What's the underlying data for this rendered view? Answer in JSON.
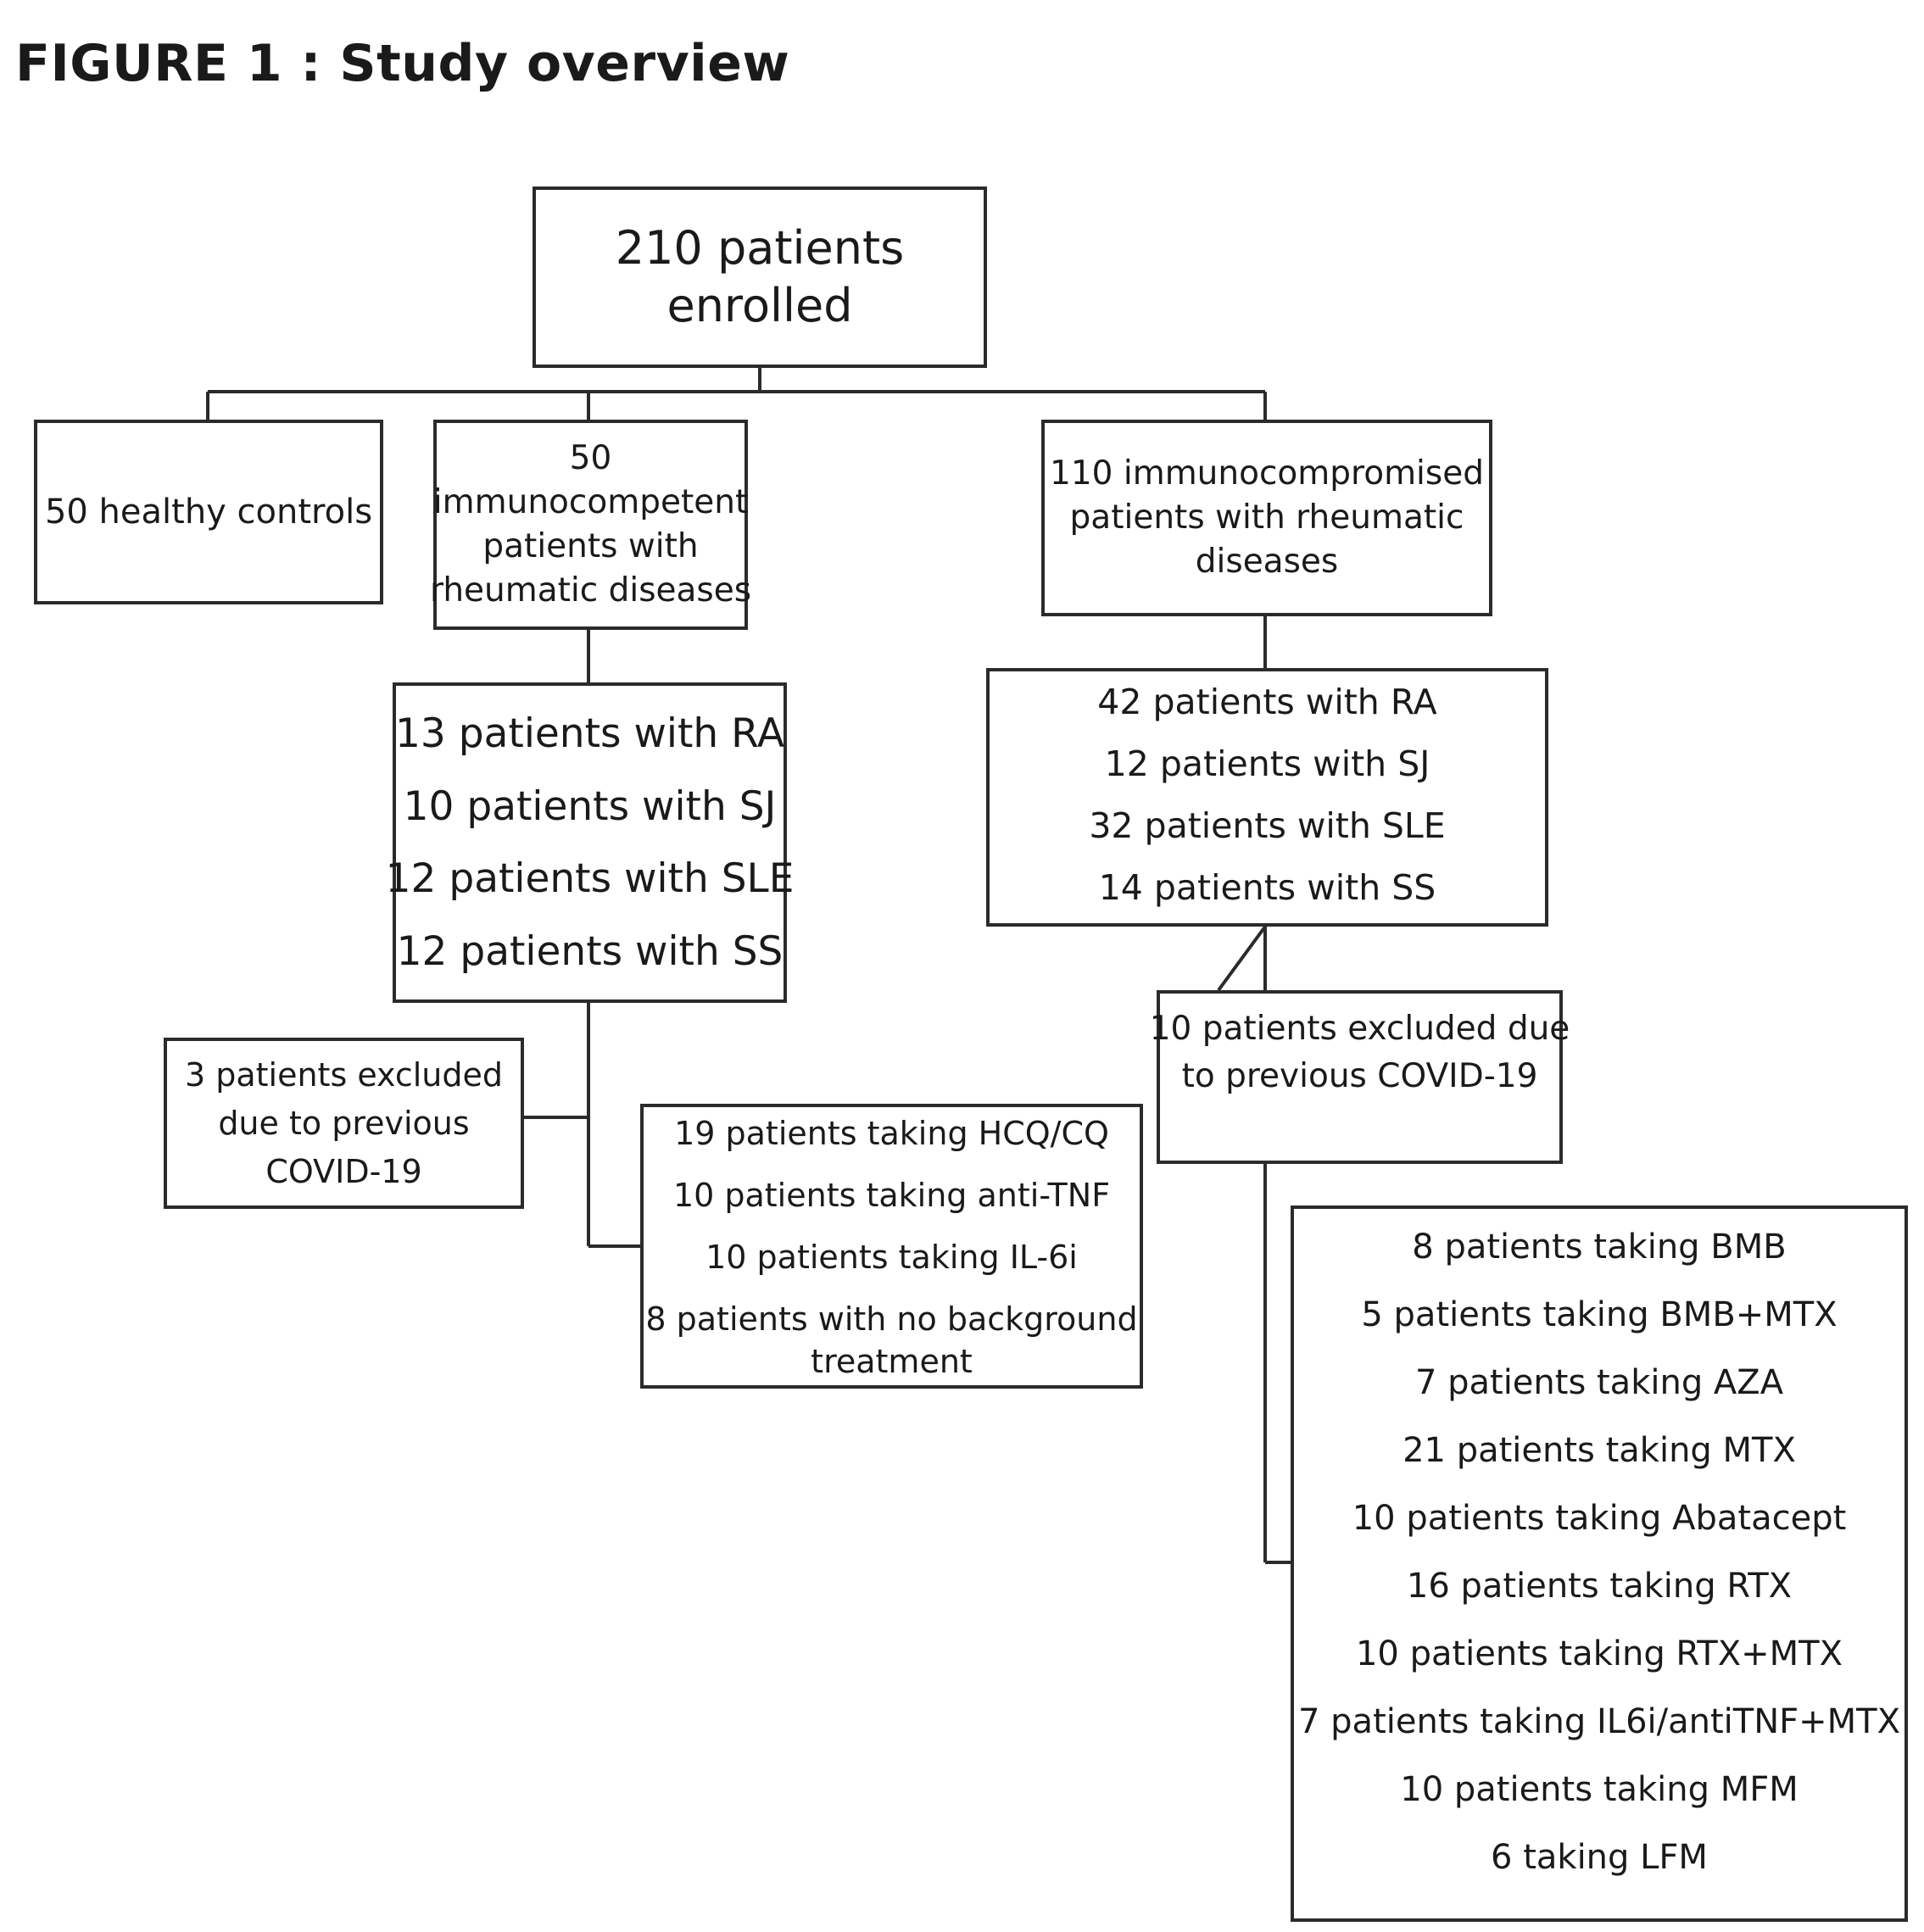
{
  "title": {
    "label": "FIGURE 1",
    "separator": " : ",
    "text": "Study overview"
  },
  "nodes": {
    "enrolled": {
      "lines": [
        "210 patients",
        "enrolled"
      ]
    },
    "healthy": {
      "lines": [
        "50 healthy controls"
      ]
    },
    "immunocompetent": {
      "lines": [
        "50",
        "immunocompetent",
        "patients with",
        "rheumatic diseases"
      ]
    },
    "immunocompromised": {
      "lines": [
        "110 immunocompromised",
        "patients with rheumatic",
        "diseases"
      ]
    },
    "competent_diagnoses": {
      "lines": [
        "13 patients with RA",
        "10 patients with SJ",
        "12 patients with SLE",
        "12 patients with SS"
      ]
    },
    "compromised_diagnoses": {
      "lines": [
        "42 patients with RA",
        "12 patients with SJ",
        "32 patients with SLE",
        "14 patients with SS"
      ]
    },
    "excluded_competent": {
      "lines": [
        "3 patients excluded",
        "due to previous",
        "COVID-19"
      ]
    },
    "excluded_compromised": {
      "lines": [
        "10 patients excluded due",
        "to previous COVID-19"
      ]
    },
    "competent_treatments": {
      "lines": [
        "19 patients taking HCQ/CQ",
        "10 patients taking anti-TNF",
        "10 patients taking IL-6i",
        "8 patients with no background treatment"
      ]
    },
    "compromised_treatments": {
      "lines": [
        "8 patients taking BMB",
        "5 patients taking BMB+MTX",
        "7 patients taking AZA",
        "21 patients taking MTX",
        "10 patients taking Abatacept",
        "16 patients taking RTX",
        "10 patients taking RTX+MTX",
        "7 patients taking IL6i/antiTNF+MTX",
        "10 patients taking MFM",
        "6 taking LFM"
      ]
    }
  }
}
